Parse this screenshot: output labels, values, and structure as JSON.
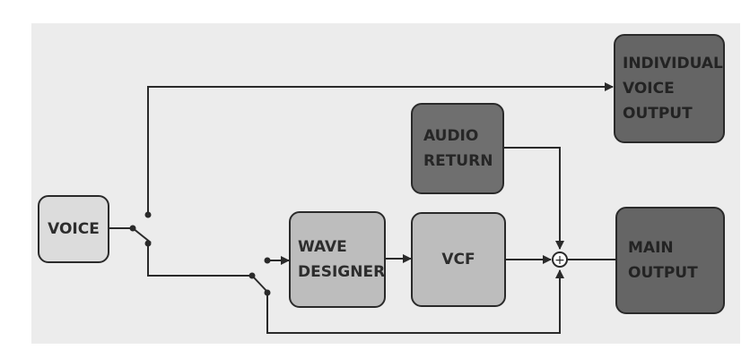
{
  "blocks": {
    "voice": "VOICE",
    "wave_designer": "WAVE\nDESIGNER",
    "vcf": "VCF",
    "audio_return": "AUDIO\nRETURN",
    "individual_voice_output": "INDIVIDUAL\nVOICE\nOUTPUT",
    "main_output": "MAIN\nOUTPUT"
  },
  "summing_symbol": "+",
  "colors": {
    "background": "#ececec",
    "wire": "#2a2a2a",
    "light_block": "#dcdcdc",
    "mid_block": "#bdbdbd",
    "dark_block": "#6f6f6f"
  }
}
